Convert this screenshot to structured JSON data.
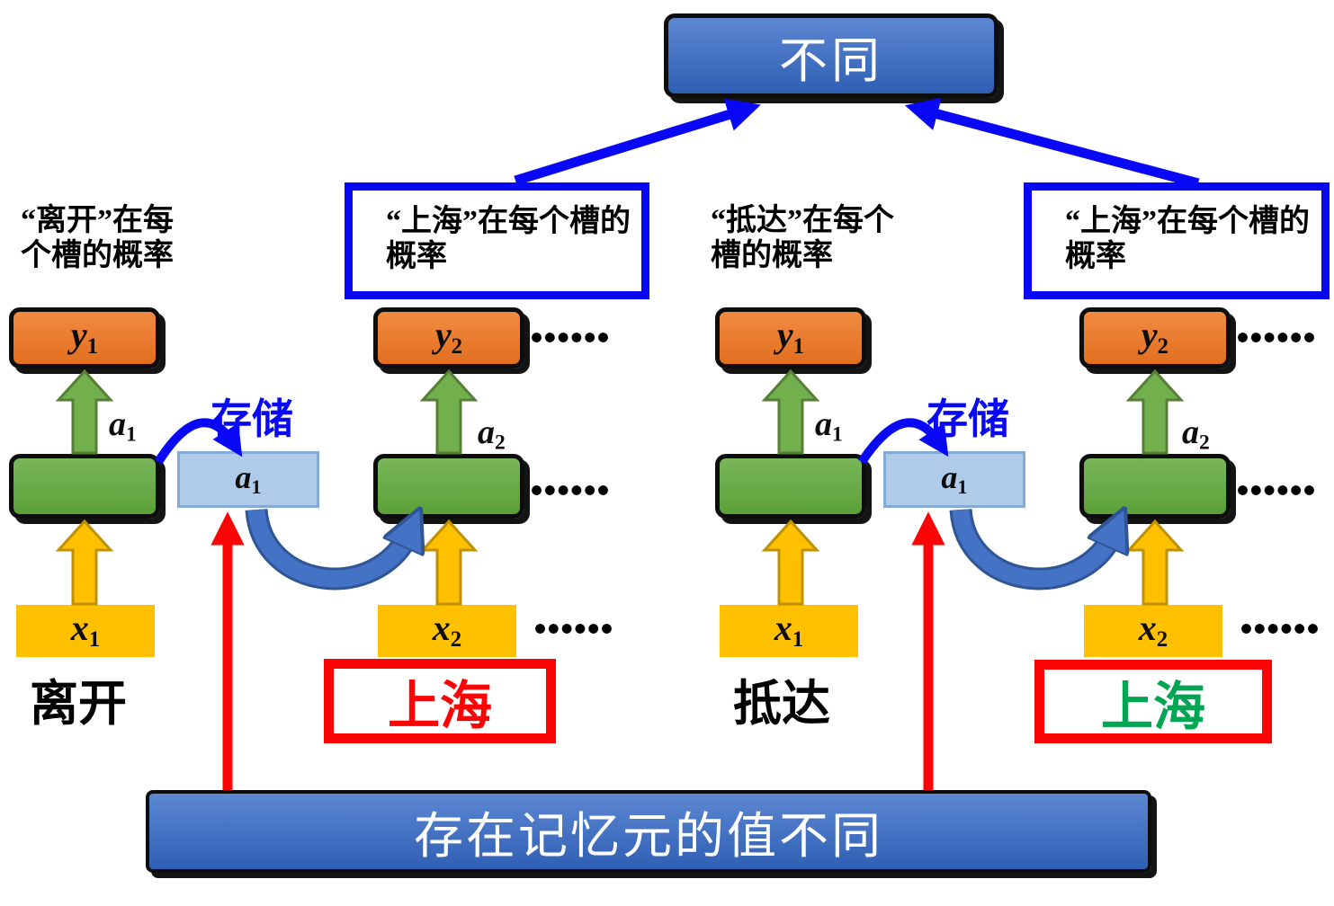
{
  "top_box": {
    "label": "不同"
  },
  "bottom_box": {
    "label": "存在记忆元的值不同"
  },
  "captions": {
    "leave": {
      "line1": "“离开”在每",
      "line2": "个槽的概率"
    },
    "arrive": {
      "line1": "“抵达”在每个",
      "line2": "槽的概率"
    }
  },
  "prob_boxes": {
    "left": {
      "line1": "“上海”在每个槽的",
      "line2": "概率"
    },
    "right": {
      "line1": "“上海”在每个槽的",
      "line2": "概率"
    }
  },
  "columns": [
    {
      "y": {
        "base": "y",
        "sub": "1"
      },
      "a": {
        "base": "a",
        "sub": "1"
      },
      "x": {
        "base": "x",
        "sub": "1"
      }
    },
    {
      "y": {
        "base": "y",
        "sub": "2"
      },
      "a": {
        "base": "a",
        "sub": "2"
      },
      "x": {
        "base": "x",
        "sub": "2"
      }
    },
    {
      "y": {
        "base": "y",
        "sub": "1"
      },
      "a": {
        "base": "a",
        "sub": "1"
      },
      "x": {
        "base": "x",
        "sub": "1"
      }
    },
    {
      "y": {
        "base": "y",
        "sub": "2"
      },
      "a": {
        "base": "a",
        "sub": "2"
      },
      "x": {
        "base": "x",
        "sub": "2"
      }
    }
  ],
  "memory_cells": [
    {
      "store": "存储",
      "label": {
        "base": "a",
        "sub": "1"
      }
    },
    {
      "store": "存储",
      "label": {
        "base": "a",
        "sub": "1"
      }
    }
  ],
  "words": {
    "leave": "离开",
    "shanghai_left": "上海",
    "arrive": "抵达",
    "shanghai_right": "上海"
  },
  "ellipsis": "……",
  "colors": {
    "arrow_blue": "#0808F5",
    "box_blue": "#4472C4",
    "orange": "#ED7D31",
    "green": "#70AD47",
    "yellow": "#FFC000",
    "light_blue": "#A9C7E7",
    "swoosh_blue": "#4472C4",
    "swoosh_outline": "#2F5597",
    "red": "#FA0505",
    "shanghai_green": "#00A651"
  }
}
